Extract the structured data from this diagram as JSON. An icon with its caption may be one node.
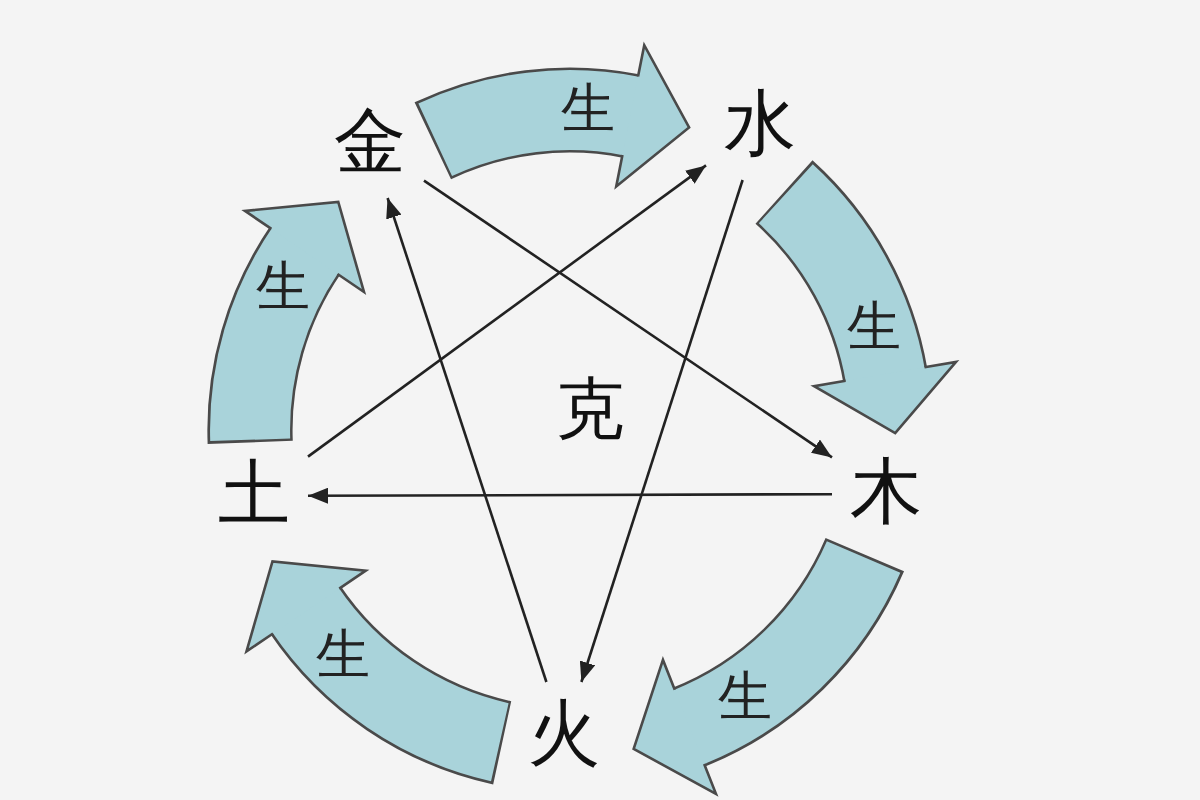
{
  "diagram": {
    "nodes": [
      {
        "text": [
          "金"
        ]
      },
      {
        "text": [
          "水"
        ]
      },
      {
        "text": [
          "土"
        ]
      },
      {
        "text": [
          "木"
        ]
      },
      {
        "text": [
          "火"
        ]
      }
    ],
    "edges": [
      {
        "from": 0,
        "to": 1,
        "arrow": "to",
        "label": "生",
        "style": "thick",
        "color": "#a9d3da"
      },
      {
        "from": 1,
        "to": 3,
        "arrow": "to",
        "label": "生",
        "style": "thick",
        "color": "#a9d3da"
      },
      {
        "from": 3,
        "to": 4,
        "arrow": "to",
        "label": "生",
        "style": "thick",
        "color": "#a9d3da"
      },
      {
        "from": 4,
        "to": 2,
        "arrow": "to",
        "label": "生",
        "style": "thick",
        "color": "#a9d3da"
      },
      {
        "from": 2,
        "to": 0,
        "arrow": "to",
        "label": "生",
        "style": "thick",
        "color": "#a9d3da"
      },
      {
        "from": 0,
        "to": 3,
        "arrow": "to",
        "color": "#222222"
      },
      {
        "from": 3,
        "to": 2,
        "arrow": "to",
        "color": "#222222"
      },
      {
        "from": 2,
        "to": 1,
        "arrow": "to",
        "color": "#222222"
      },
      {
        "from": 1,
        "to": 4,
        "arrow": "to",
        "color": "#222222"
      },
      {
        "from": 4,
        "to": 0,
        "arrow": "to",
        "color": "#222222"
      }
    ],
    "labels": [
      "克"
    ]
  }
}
